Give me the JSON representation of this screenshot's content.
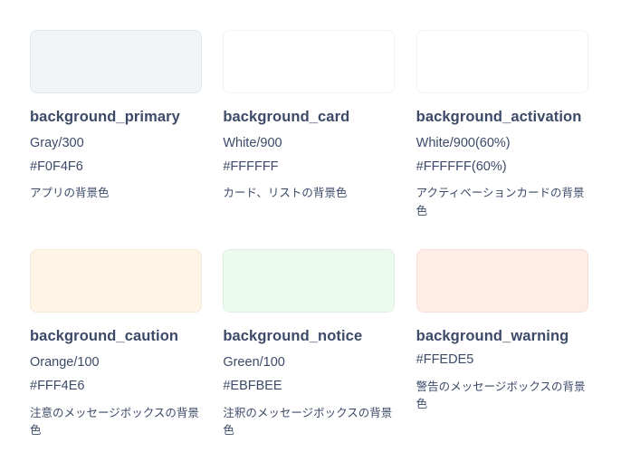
{
  "page": {
    "background": "#FFFFFF",
    "text_color": "#3C4A68"
  },
  "cells": [
    {
      "name": "background_primary",
      "token": "Gray/300",
      "hex": "#F0F4F6",
      "description": "アプリの背景色",
      "swatch_color": "#F0F4F6"
    },
    {
      "name": "background_card",
      "token": "White/900",
      "hex": "#FFFFFF",
      "description": "カード、リストの背景色",
      "swatch_color": "#FFFFFF"
    },
    {
      "name": "background_activation",
      "token": "White/900(60%)",
      "hex": "#FFFFFF(60%)",
      "description": "アクティベーションカードの背景色",
      "swatch_color": "#FFFFFF"
    },
    {
      "name": "background_caution",
      "token": "Orange/100",
      "hex": "#FFF4E6",
      "description": "注意のメッセージボックスの背景色",
      "swatch_color": "#FFF4E6"
    },
    {
      "name": "background_notice",
      "token": "Green/100",
      "hex": "#EBFBEE",
      "description": "注釈のメッセージボックスの背景色",
      "swatch_color": "#EBFBEE"
    },
    {
      "name": "background_warning",
      "hex": "#FFEDE5",
      "description": "警告のメッセージボックスの背景色",
      "swatch_color": "#FFEDE5"
    }
  ]
}
